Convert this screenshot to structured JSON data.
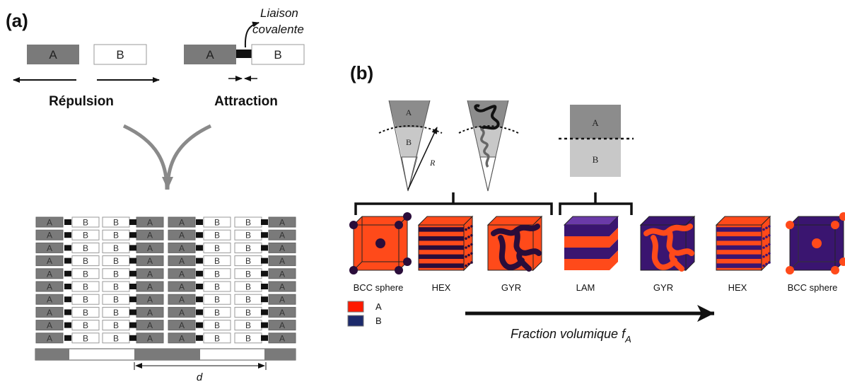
{
  "panel_a": {
    "label": "(a)",
    "block_a": "A",
    "block_b": "B",
    "bond_label_line1": "Liaison",
    "bond_label_line2": "covalente",
    "repulsion": "Répulsion",
    "attraction": "Attraction",
    "lamella_rows": 10,
    "period_label": "d"
  },
  "panel_b": {
    "label": "(b)",
    "cone_block_a": "A",
    "cone_block_b": "B",
    "radius_label": "R",
    "flat_block_a": "A",
    "flat_block_b": "B",
    "phases": [
      "BCC sphere",
      "HEX",
      "GYR",
      "LAM",
      "GYR",
      "HEX",
      "BCC sphere"
    ],
    "legend": [
      {
        "label": "A",
        "color": "#ff1a00"
      },
      {
        "label": "B",
        "color": "#1c2a6b"
      }
    ],
    "axis_label": "Fraction volumique f",
    "axis_subscript": "A"
  },
  "colors": {
    "block_a": "#7a7a7a",
    "block_b": "#ffffff",
    "orange": "#ff4a1a",
    "purple": "#3a1570"
  }
}
